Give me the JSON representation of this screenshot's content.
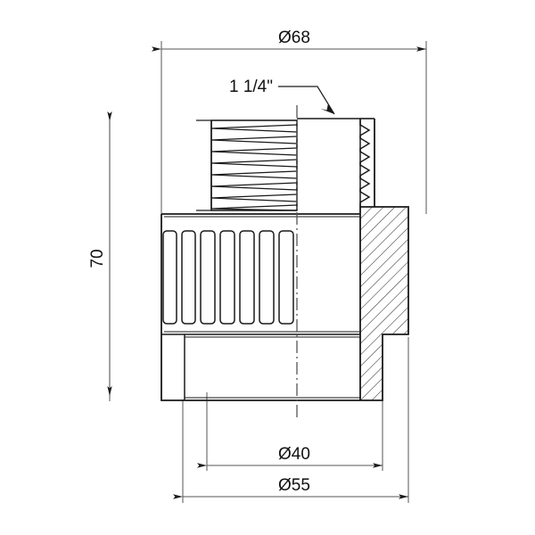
{
  "drawing": {
    "type": "technical-engineering-drawing",
    "subject": "pipe-fitting-adapter-cross-section",
    "background_color": "#ffffff",
    "line_color": "#1a1a1a",
    "dimension_color": "#444444",
    "hatch_color": "#333333"
  },
  "dimensions": {
    "outer_diameter_top": {
      "label": "Ø68",
      "value": 68,
      "symbol": "Ø",
      "orientation": "horizontal",
      "position": "top"
    },
    "height": {
      "label": "70",
      "value": 70,
      "orientation": "vertical-rotated",
      "position": "left"
    },
    "inner_diameter": {
      "label": "Ø40",
      "value": 40,
      "symbol": "Ø",
      "orientation": "horizontal",
      "position": "bottom-inner"
    },
    "body_diameter": {
      "label": "Ø55",
      "value": 55,
      "symbol": "Ø",
      "orientation": "horizontal",
      "position": "bottom-outer"
    }
  },
  "annotations": {
    "thread_size": {
      "label": "1 1/4\"",
      "leader": "points-to-external-thread",
      "position": "top-center"
    }
  },
  "features": {
    "internal_thread": "zigzag-thread-profile",
    "external_thread": "sawtooth-thread-profile",
    "knurling": "vertical-ribs",
    "section_hatching": "45-degree-diagonal-lines",
    "centerline": "dash-dot-vertical"
  }
}
